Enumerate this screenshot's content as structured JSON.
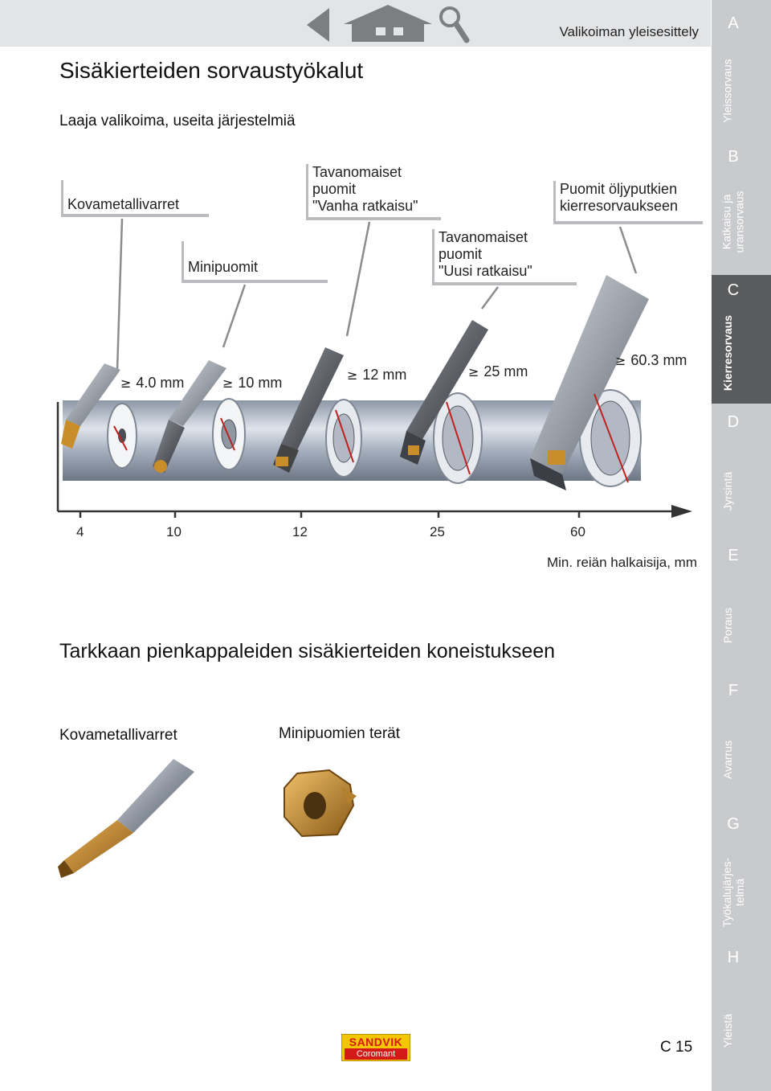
{
  "header": {
    "section_title": "Valikoiman yleisesittely",
    "nav_icons": [
      "back-arrow-icon",
      "home-icon",
      "search-icon"
    ]
  },
  "main": {
    "title": "Sisäkierteiden sorvaustyökalut",
    "subtitle": "Laaja valikoima, useita järjestelmiä",
    "callouts": {
      "carbide": [
        "Kovametallivarret"
      ],
      "mini": [
        "Minipuomit"
      ],
      "old": [
        "Tavanomaiset",
        "puomit",
        "\"Vanha ratkaisu\""
      ],
      "new": [
        "Tavanomaiset",
        "puomit",
        "\"Uusi ratkaisu\""
      ],
      "oil": [
        "Puomit öljyputkien",
        "kierresorvaukseen"
      ]
    },
    "dimensions": {
      "d1": "4.0 mm",
      "d2": "10 mm",
      "d3": "12 mm",
      "d4": "25 mm",
      "d5": "60.3 mm",
      "symbol": "≥"
    },
    "axis": {
      "ticks": [
        "4",
        "10",
        "12",
        "25",
        "60"
      ],
      "caption": "Min. reiän halkaisija, mm"
    }
  },
  "section2": {
    "title": "Tarkkaan pienkappaleiden sisäkierteiden koneistukseen",
    "label_left": "Kovametallivarret",
    "label_right": "Minipuomien terät"
  },
  "footer": {
    "logo_top": "SANDVIK",
    "logo_bottom": "Coromant",
    "page_number": "C 15"
  },
  "sidebar": {
    "letters": [
      "A",
      "B",
      "C",
      "D",
      "E",
      "F",
      "G",
      "H"
    ],
    "items": [
      {
        "label": "Yleissorvaus",
        "label2": ""
      },
      {
        "label": "Katkaisu ja",
        "label2": "uransorvaus"
      },
      {
        "label": "Kierresorvaus",
        "label2": ""
      },
      {
        "label": "Jyrsintä",
        "label2": ""
      },
      {
        "label": "Poraus",
        "label2": ""
      },
      {
        "label": "Avarrus",
        "label2": ""
      },
      {
        "label": "Työkalujärjes-",
        "label2": "telmä"
      },
      {
        "label": "Yleistä",
        "label2": ""
      }
    ]
  },
  "colors": {
    "accent_red": "#d31a18",
    "logo_yellow": "#f4c600",
    "sidebar_gray": "#c9cacc",
    "sidebar_active": "#5a5b5d",
    "tool_gold": "#c98d2a"
  }
}
